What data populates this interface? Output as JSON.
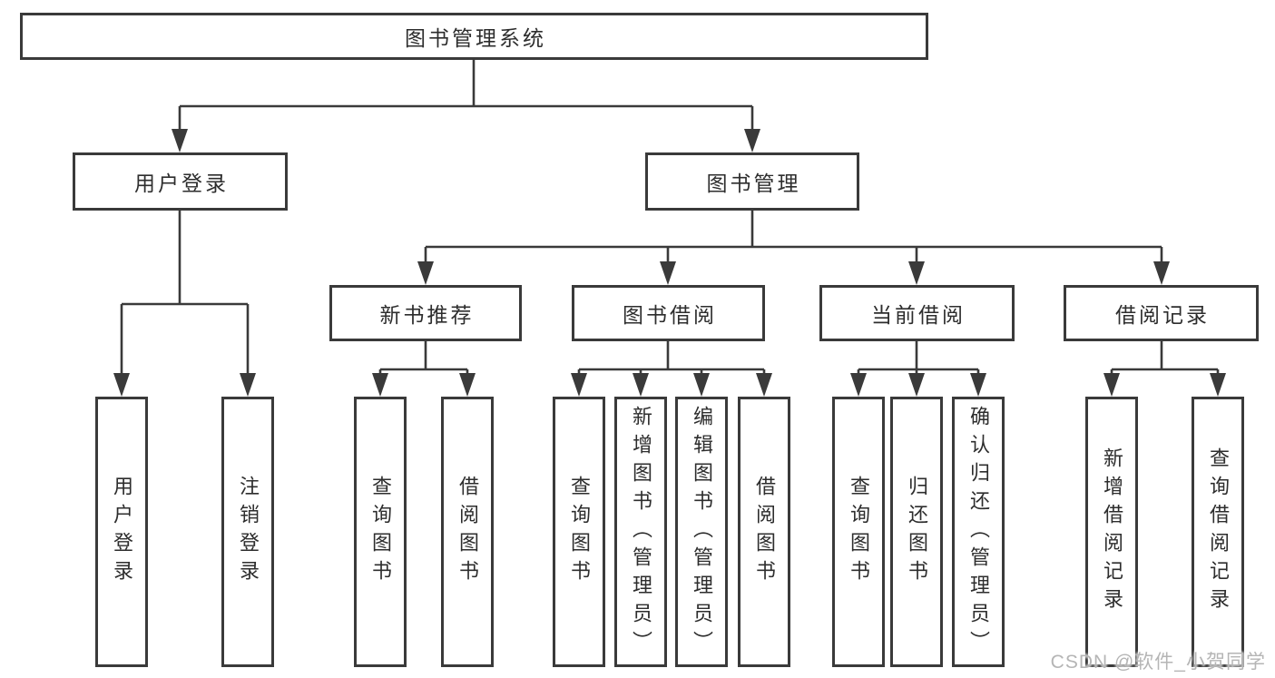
{
  "diagram": {
    "root": {
      "label": "图书管理系统",
      "children": [
        {
          "label": "用户登录",
          "children": [
            {
              "label": "用户登录"
            },
            {
              "label": "注销登录"
            }
          ]
        },
        {
          "label": "图书管理",
          "children": [
            {
              "label": "新书推荐",
              "children": [
                {
                  "label": "查询图书"
                },
                {
                  "label": "借阅图书"
                }
              ]
            },
            {
              "label": "图书借阅",
              "children": [
                {
                  "label": "查询图书"
                },
                {
                  "label": "新增图书（管理员）"
                },
                {
                  "label": "编辑图书（管理员）"
                },
                {
                  "label": "借阅图书"
                }
              ]
            },
            {
              "label": "当前借阅",
              "children": [
                {
                  "label": "查询图书"
                },
                {
                  "label": "归还图书"
                },
                {
                  "label": "确认归还（管理员）"
                }
              ]
            },
            {
              "label": "借阅记录",
              "children": [
                {
                  "label": "新增借阅记录"
                },
                {
                  "label": "查询借阅记录"
                }
              ]
            }
          ]
        }
      ]
    }
  },
  "watermark": {
    "text": "CSDN @软件_小贺同学"
  },
  "colors": {
    "line": "#3a3a3a",
    "text": "#2d2d2d",
    "background": "#ffffff",
    "watermark": "#b5b5b5"
  }
}
